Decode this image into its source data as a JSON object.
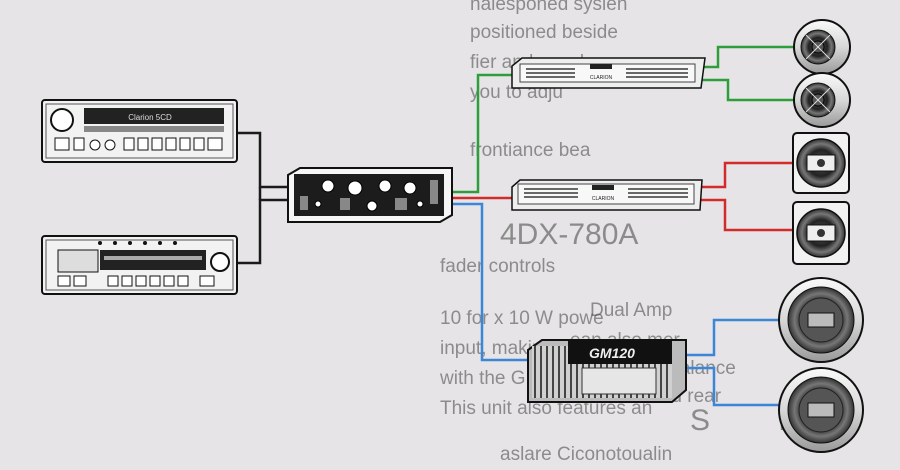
{
  "background_text": {
    "line1": "nalesponed sysien",
    "line2": "positioned beside",
    "line3": "fier and speakers",
    "line4": "you to adju",
    "line5": "frontiance bea",
    "line6": "4DX-780A",
    "line7": "fader controls",
    "line8": "10 for x 10 W powe",
    "line9": "input, making it ideal for",
    "line10": "with the GM-120 amplifier",
    "line11": "This unit also features an",
    "line12": "Dual Amp",
    "line13": "ean also mer",
    "line14": "ight perfect balance",
    "line15": "een front and rear",
    "line16": "S N",
    "line17": "aslare Ciconotoualin"
  },
  "device_text": {
    "head_unit_top_brand": "Clarion 5CD",
    "amp_top_brand": "CLARION",
    "amp_mid_brand": "CLARION",
    "amp_bottom_model": "GM120"
  },
  "colors": {
    "wire_black": "#1a1a1a",
    "wire_green": "#2e9e3a",
    "wire_red": "#d12b2b",
    "wire_blue": "#3b86d6",
    "paper": "#e6e4e6"
  }
}
